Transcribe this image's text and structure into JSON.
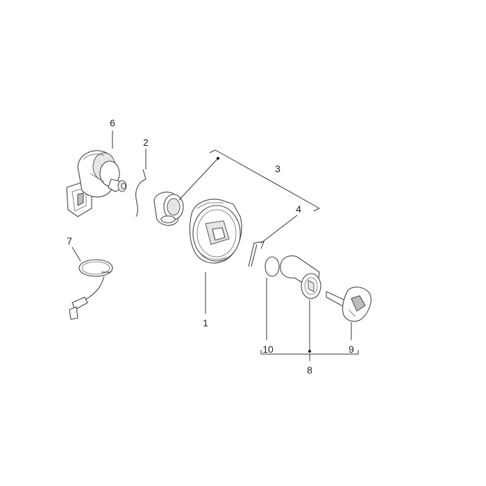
{
  "diagram": {
    "background": "#ffffff",
    "line_color": "#333333",
    "callouts": [
      {
        "id": "1",
        "text": "1",
        "part": "lock-housing"
      },
      {
        "id": "2",
        "text": "2",
        "part": "spring-clip"
      },
      {
        "id": "3",
        "text": "3",
        "part": "lock-assembly-bracket"
      },
      {
        "id": "4",
        "text": "4",
        "part": "retaining-clip"
      },
      {
        "id": "6",
        "text": "6",
        "part": "ignition-switch"
      },
      {
        "id": "7",
        "text": "7",
        "part": "antenna-ring"
      },
      {
        "id": "8",
        "text": "8",
        "part": "lock-cylinder-set"
      },
      {
        "id": "9",
        "text": "9",
        "part": "key"
      },
      {
        "id": "10",
        "text": "10",
        "part": "o-ring"
      }
    ]
  }
}
